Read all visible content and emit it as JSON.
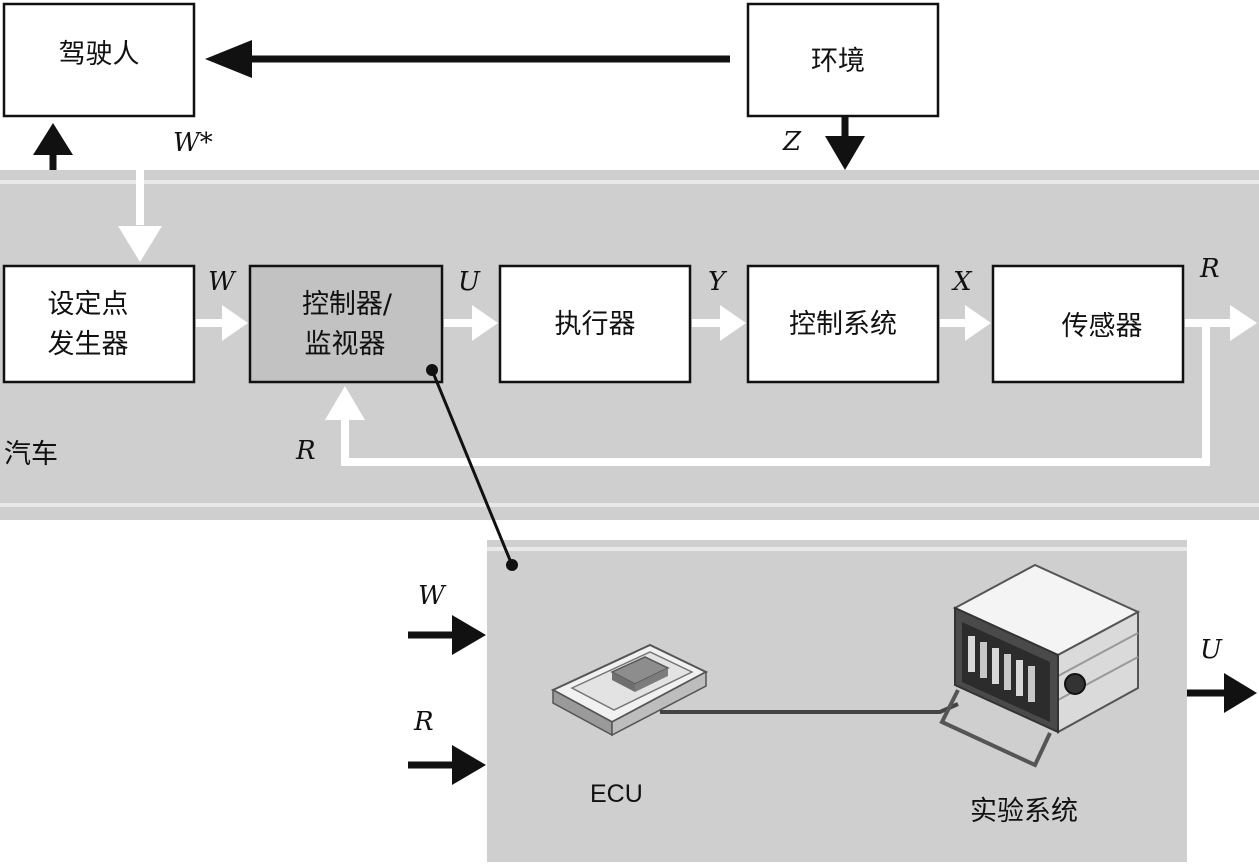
{
  "boxes": {
    "driver": "驾驶人",
    "environment": "环境",
    "setpoint_line1": "设定点",
    "setpoint_line2": "发生器",
    "controller_line1": "控制器/",
    "controller_line2": "监视器",
    "actuator": "执行器",
    "control_system": "控制系统",
    "sensor": "传感器"
  },
  "signals": {
    "w_star": "W*",
    "z": "Z",
    "w": "W",
    "u": "U",
    "y": "Y",
    "x": "X",
    "r": "R",
    "r_feedback": "R"
  },
  "regions": {
    "vehicle": "汽车"
  },
  "lower": {
    "input_w": "W",
    "input_r": "R",
    "output_u": "U",
    "ecu_label": "ECU",
    "test_system_label": "实验系统"
  },
  "colors": {
    "band": "#cfcfcf",
    "controller_fill": "#c2c2c2",
    "box_fill": "#ffffff",
    "stroke": "#111111"
  }
}
